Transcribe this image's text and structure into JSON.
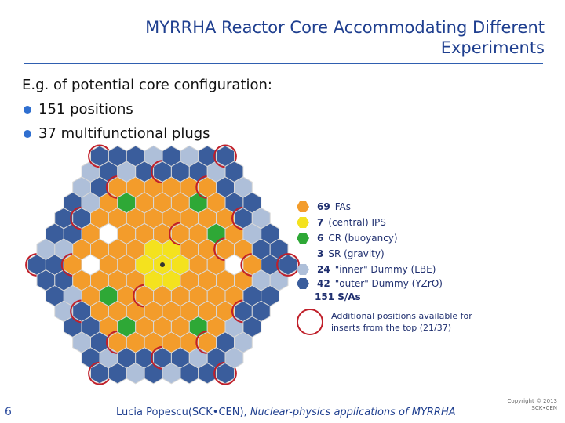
{
  "slide": {
    "title": "MYRRHA Reactor Core Accommodating Different Experiments",
    "intro": "E.g. of potential core configuration:",
    "bullets": [
      "151 positions",
      "37 multifunctional plugs"
    ],
    "page_number": "6",
    "footer_author": "Lucia Popescu(SCK•CEN),",
    "footer_title": "Nuclear-physics applications of MYRRHA",
    "copyright_line1": "Copyright © 2013",
    "copyright_line2": "SCK•CEN"
  },
  "legend": {
    "items": [
      {
        "count": "69",
        "label": "FAs",
        "color": "#f39c2b"
      },
      {
        "count": "7",
        "label": "(central) IPS",
        "color": "#f4e21e"
      },
      {
        "count": "6",
        "label": "CR (buoyancy)",
        "color": "#2ea836"
      },
      {
        "count": "3",
        "label": "SR (gravity)",
        "color": "#ffffff"
      },
      {
        "count": "24",
        "label": "\"inner\" Dummy (LBE)",
        "color": "#aebfd9"
      },
      {
        "count": "42",
        "label": "\"outer\" Dummy (YZrO)",
        "color": "#3a5d9c"
      }
    ],
    "total": "151 S/As",
    "extra_positions": "Additional positions available for inserts from the top (21/37)"
  },
  "core": {
    "colors": {
      "fa": "#f39c2b",
      "ips": "#f4e21e",
      "cr": "#2ea836",
      "sr": "#ffffff",
      "inner": "#aebfd9",
      "outer": "#3a5d9c",
      "marker": "#c0202a"
    }
  }
}
